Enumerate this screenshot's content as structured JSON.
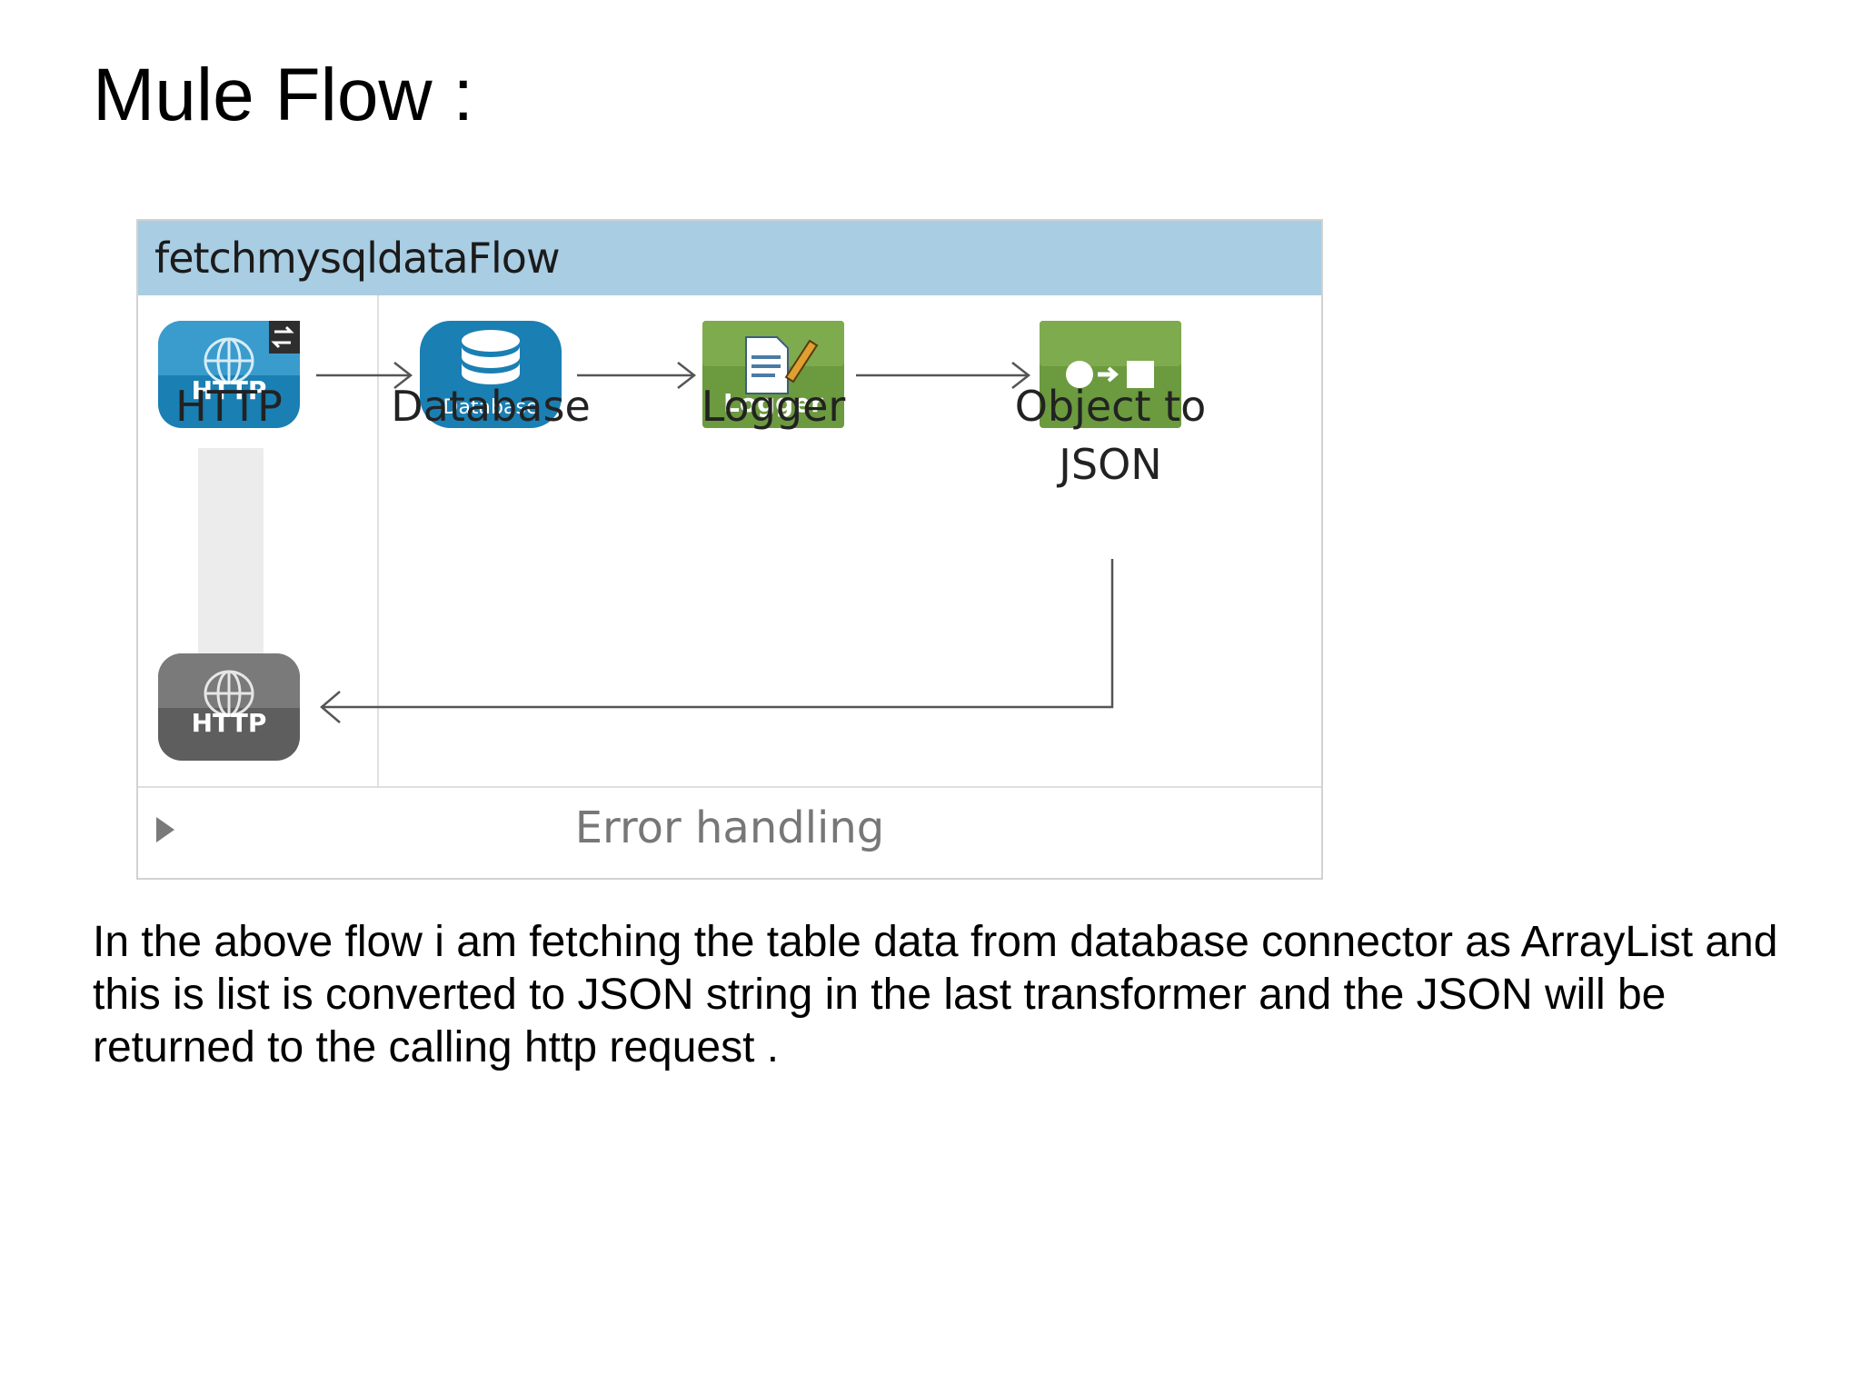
{
  "slide": {
    "title": "Mule Flow :",
    "description": "In the above flow i am fetching the table data from database connector as ArrayList and this is list is converted to JSON string in the last transformer and the JSON will be returned to the calling http request ."
  },
  "flow": {
    "name": "fetchmysqldataFlow",
    "error_handling_label": "Error handling",
    "processors": [
      {
        "label": "HTTP",
        "icon_text": "HTTP",
        "icon": "http-globe-icon",
        "color": "#1a7fb3"
      },
      {
        "label": "Database",
        "icon_text": "Database",
        "icon": "database-cylinder-icon",
        "color": "#1a7fb3"
      },
      {
        "label": "Logger",
        "icon_text": "Logger",
        "icon": "logger-notepad-icon",
        "color": "#6b9a3f"
      },
      {
        "label": "Object to JSON",
        "icon_text": "",
        "icon": "object-to-json-transform-icon",
        "color": "#6b9a3f"
      }
    ],
    "response": {
      "icon_text": "HTTP",
      "icon": "http-globe-icon",
      "color": "#5e5e5e"
    }
  },
  "colors": {
    "header_bg": "#a9cde3",
    "connector_blue": "#1a7fb3",
    "transformer_green": "#6b9a3f",
    "response_gray": "#5e5e5e"
  }
}
